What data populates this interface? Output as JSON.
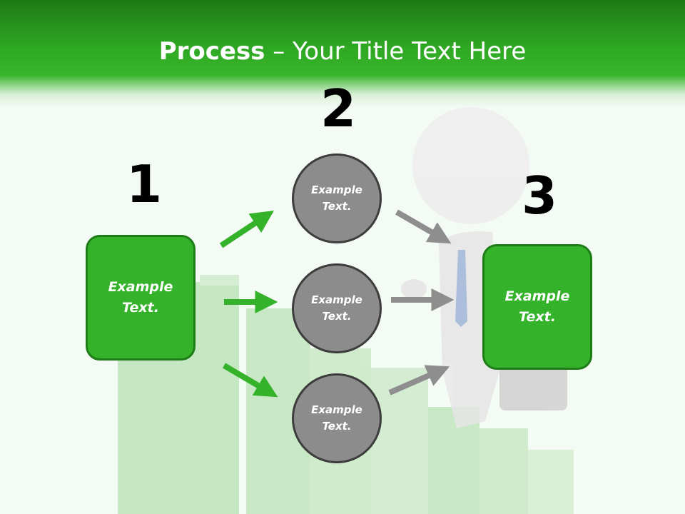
{
  "title": {
    "bold": "Process",
    "rest": " – Your Title Text Here"
  },
  "steps": [
    {
      "number": "1",
      "text_line1": "Example",
      "text_line2": "Text."
    },
    {
      "number": "2"
    },
    {
      "number": "3",
      "text_line1": "Example",
      "text_line2": "Text."
    }
  ],
  "circles": [
    {
      "text_line1": "Example",
      "text_line2": "Text."
    },
    {
      "text_line1": "Example",
      "text_line2": "Text."
    },
    {
      "text_line1": "Example",
      "text_line2": "Text."
    }
  ],
  "colors": {
    "green": "#33b22a",
    "green_border": "#1e7d17",
    "circle_gray": "#8c8c8c",
    "arrow_gray": "#8e8e8e"
  },
  "icons": [
    "green-arrow-icon",
    "gray-arrow-icon",
    "person-illustration"
  ]
}
